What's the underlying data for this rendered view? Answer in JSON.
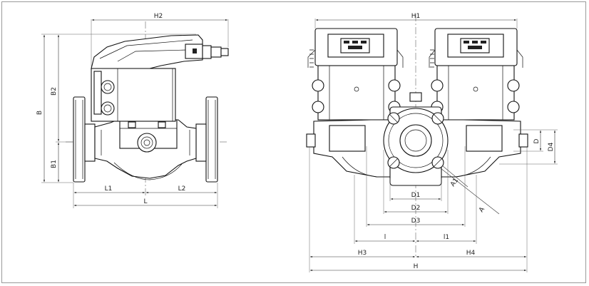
{
  "labels": {
    "H2": "H2",
    "B": "B",
    "B2": "B2",
    "B1": "B1",
    "L1": "L1",
    "L2": "L2",
    "L": "L",
    "H1": "H1",
    "D": "D",
    "D4": "D4",
    "A1": "A1",
    "A": "A",
    "D1": "D1",
    "D2": "D2",
    "D3": "D3",
    "l": "l",
    "l1": "l1",
    "H3": "H3",
    "H4": "H4",
    "H": "H"
  }
}
